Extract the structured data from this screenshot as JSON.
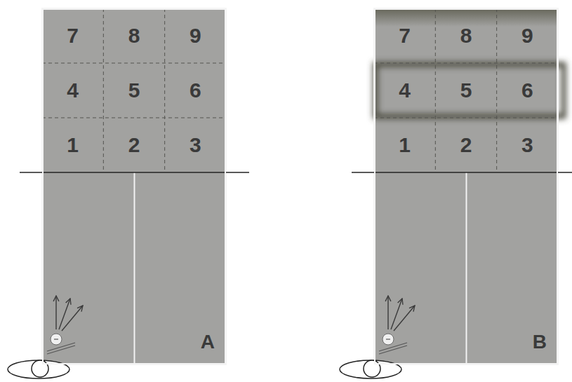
{
  "diagram": {
    "nodes": [
      {
        "text": [
          "A"
        ]
      },
      {
        "text": [
          "7"
        ],
        "in": 0
      },
      {
        "text": [
          "8"
        ],
        "in": 0
      },
      {
        "text": [
          "9"
        ],
        "in": 0
      },
      {
        "text": [
          "4"
        ],
        "in": 0
      },
      {
        "text": [
          "5"
        ],
        "in": 0
      },
      {
        "text": [
          "6"
        ],
        "in": 0
      },
      {
        "text": [
          "1"
        ],
        "in": 0
      },
      {
        "text": [
          "2"
        ],
        "in": 0
      },
      {
        "text": [
          "3"
        ],
        "in": 0
      },
      {
        "text": [
          "B"
        ]
      },
      {
        "text": [
          "7"
        ],
        "in": 10
      },
      {
        "text": [
          "8"
        ],
        "in": 10
      },
      {
        "text": [
          "9"
        ],
        "in": 10
      },
      {
        "text": [
          "4"
        ],
        "in": 10
      },
      {
        "text": [
          "5"
        ],
        "in": 10
      },
      {
        "text": [
          "6"
        ],
        "in": 10
      },
      {
        "text": [
          "1"
        ],
        "in": 10
      },
      {
        "text": [
          "2"
        ],
        "in": 10
      },
      {
        "text": [
          "3"
        ],
        "in": 10
      }
    ]
  }
}
